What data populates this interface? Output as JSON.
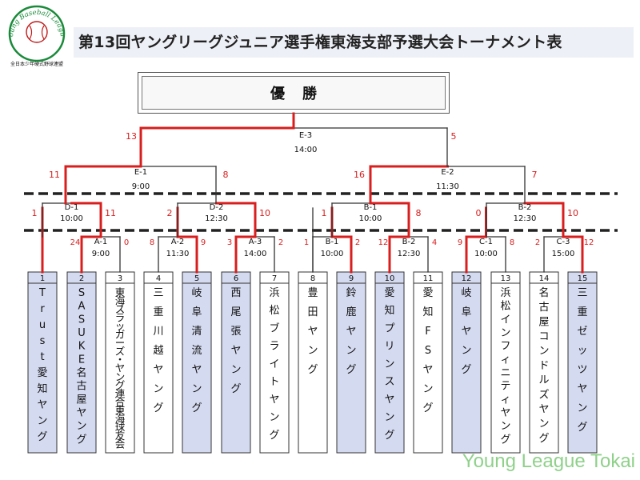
{
  "logo": {
    "ring_text": "Young Baseball League",
    "bottom_text": "全日本少年硬式野球連盟"
  },
  "title": "第13回ヤングリーグジュニア選手権東海支部予選大会トーナメント表",
  "champion": "優勝",
  "watermark": "Young League Tokai",
  "colors": {
    "winner_line": "#d81e1e",
    "normal_line": "#333333",
    "highlight_box": "#d4daf0",
    "plain_box": "#ffffff",
    "score": "#d81e1e",
    "watermark": "#8fd18a"
  },
  "teams": [
    {
      "num": "1",
      "name": "Trust愛知ヤング",
      "highlight": true
    },
    {
      "num": "2",
      "name": "SASUKE名古屋ヤング",
      "highlight": true
    },
    {
      "num": "3",
      "name": "東海スラッガーズ・ヤング連合東海球友会",
      "highlight": false
    },
    {
      "num": "4",
      "name": "三重川越ヤング",
      "highlight": false
    },
    {
      "num": "5",
      "name": "岐阜清流ヤング",
      "highlight": true
    },
    {
      "num": "6",
      "name": "西尾張ヤング",
      "highlight": true
    },
    {
      "num": "7",
      "name": "浜松ブライトヤング",
      "highlight": false
    },
    {
      "num": "8",
      "name": "豊田ヤング",
      "highlight": false
    },
    {
      "num": "9",
      "name": "鈴鹿ヤング",
      "highlight": true
    },
    {
      "num": "10",
      "name": "愛知プリンスヤング",
      "highlight": true
    },
    {
      "num": "11",
      "name": "愛知FSヤング",
      "highlight": false
    },
    {
      "num": "12",
      "name": "岐阜ヤング",
      "highlight": true
    },
    {
      "num": "13",
      "name": "浜松インフィニティヤング",
      "highlight": false
    },
    {
      "num": "14",
      "name": "名古屋コンドルズヤング",
      "highlight": false
    },
    {
      "num": "15",
      "name": "三重ゼッツヤング",
      "highlight": true
    }
  ],
  "matches": [
    {
      "id": "A-1",
      "time": "9:00",
      "score_left": "24",
      "score_right": "0"
    },
    {
      "id": "A-2",
      "time": "11:30",
      "score_left": "8",
      "score_right": "9"
    },
    {
      "id": "A-3",
      "time": "14:00",
      "score_left": "3",
      "score_right": "2"
    },
    {
      "id": "B-1",
      "time": "10:00",
      "score_left": "1",
      "score_right": "2"
    },
    {
      "id": "B-2",
      "time": "12:30",
      "score_left": "12",
      "score_right": "4"
    },
    {
      "id": "C-1",
      "time": "10:00",
      "score_left": "9",
      "score_right": "8"
    },
    {
      "id": "C-3",
      "time": "15:00",
      "score_left": "2",
      "score_right": "12"
    },
    {
      "id": "D-1",
      "time": "10:00",
      "score_left": "1",
      "score_right": "11"
    },
    {
      "id": "D-2",
      "time": "12:30",
      "score_left": "2",
      "score_right": "10"
    },
    {
      "id": "B-1",
      "time": "10:00",
      "score_left": "1",
      "score_right": "8"
    },
    {
      "id": "B-2",
      "time": "12:30",
      "score_left": "0",
      "score_right": "10"
    },
    {
      "id": "E-1",
      "time": "9:00",
      "score_left": "11",
      "score_right": "8"
    },
    {
      "id": "E-2",
      "time": "11:30",
      "score_left": "16",
      "score_right": "7"
    },
    {
      "id": "E-3",
      "time": "14:00",
      "score_left": "13",
      "score_right": "5"
    }
  ]
}
